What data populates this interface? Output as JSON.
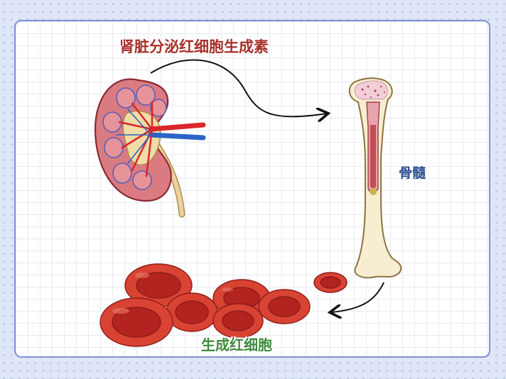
{
  "labels": {
    "kidney_epo": "肾脏分泌红细胞生成素",
    "bone_marrow": "骨髓",
    "produce_rbc": "生成红细胞"
  },
  "colors": {
    "kidney": "#d8717a",
    "artery": "#d9262b",
    "vein": "#2b64c8",
    "bone": "#f7eed2",
    "marrow": "#c54d55",
    "blood_cell": "#d84334"
  },
  "icons": [
    "kidney-icon",
    "bone-icon",
    "red-blood-cells-icon",
    "arrow-icon"
  ]
}
